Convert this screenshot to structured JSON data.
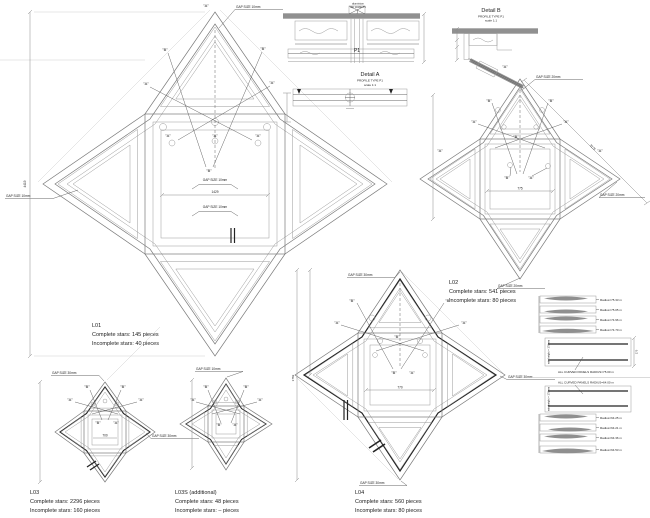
{
  "sheet": {
    "background": "#ffffff",
    "line_color": "#7a7a7a",
    "dark_line_color": "#232323"
  },
  "markers": {
    "a": "\"A\"",
    "b": "\"B\""
  },
  "gaps": {
    "g10": "GAP SIZE 10mm",
    "g20": "GAP SIZE 20mm",
    "g30": "GAP SIZE 30mm"
  },
  "dims": {
    "l01_h": "4419",
    "l01_w": "1429",
    "l02_w": "775",
    "l02_diag": "3175",
    "l03_w": "700",
    "l04_w": "770",
    "l04_h": "1782",
    "legend_h": "170"
  },
  "stars": {
    "l01": {
      "id": "L01",
      "complete": "Complete stars: 145 pieces",
      "incomplete": "Incomplete stars: 40 pieces"
    },
    "l02": {
      "id": "L02",
      "complete": "Complete stars: 541 pieces",
      "incomplete": "Incomplete stars: 80 pieces"
    },
    "l03": {
      "id": "L03",
      "complete": "Complete stars: 2296 pieces",
      "incomplete": "Incomplete stars: 160 pieces"
    },
    "l03s": {
      "id": "L03S (additional)",
      "complete": "Complete stars: 48 pieces",
      "incomplete": "Incomplete stars: – pieces"
    },
    "l04": {
      "id": "L04",
      "complete": "Complete stars: 560 pieces",
      "incomplete": "Incomplete stars: 80 pieces"
    }
  },
  "details": {
    "a": {
      "title": "Detail A",
      "subtitle": "PROFILE TYPE P1",
      "scale": "scale 1:1",
      "profile": "P1",
      "note1": "aluminium",
      "note2": "clip profile P1"
    },
    "b": {
      "title": "Detail B",
      "subtitle": "PROFILE TYPE P1",
      "scale": "scale 1:1"
    }
  },
  "legend": {
    "group1": {
      "radii": [
        "Radius=75.33 m",
        "Radius=75.05 m",
        "Radius=74.96 m",
        "Radius=74.70 m"
      ],
      "note": "ALL CURVED PANELS RADIUS=75.00 m",
      "side": "min. height = 170mm"
    },
    "group2": {
      "radii": [
        "Radius=64.25 m",
        "Radius=64.21 m",
        "Radius=64.36 m",
        "Radius=64.53 m"
      ],
      "note": "ALL CURVED PANELS RADIUS=64.00 m",
      "side": "min. height = 170mm"
    }
  }
}
